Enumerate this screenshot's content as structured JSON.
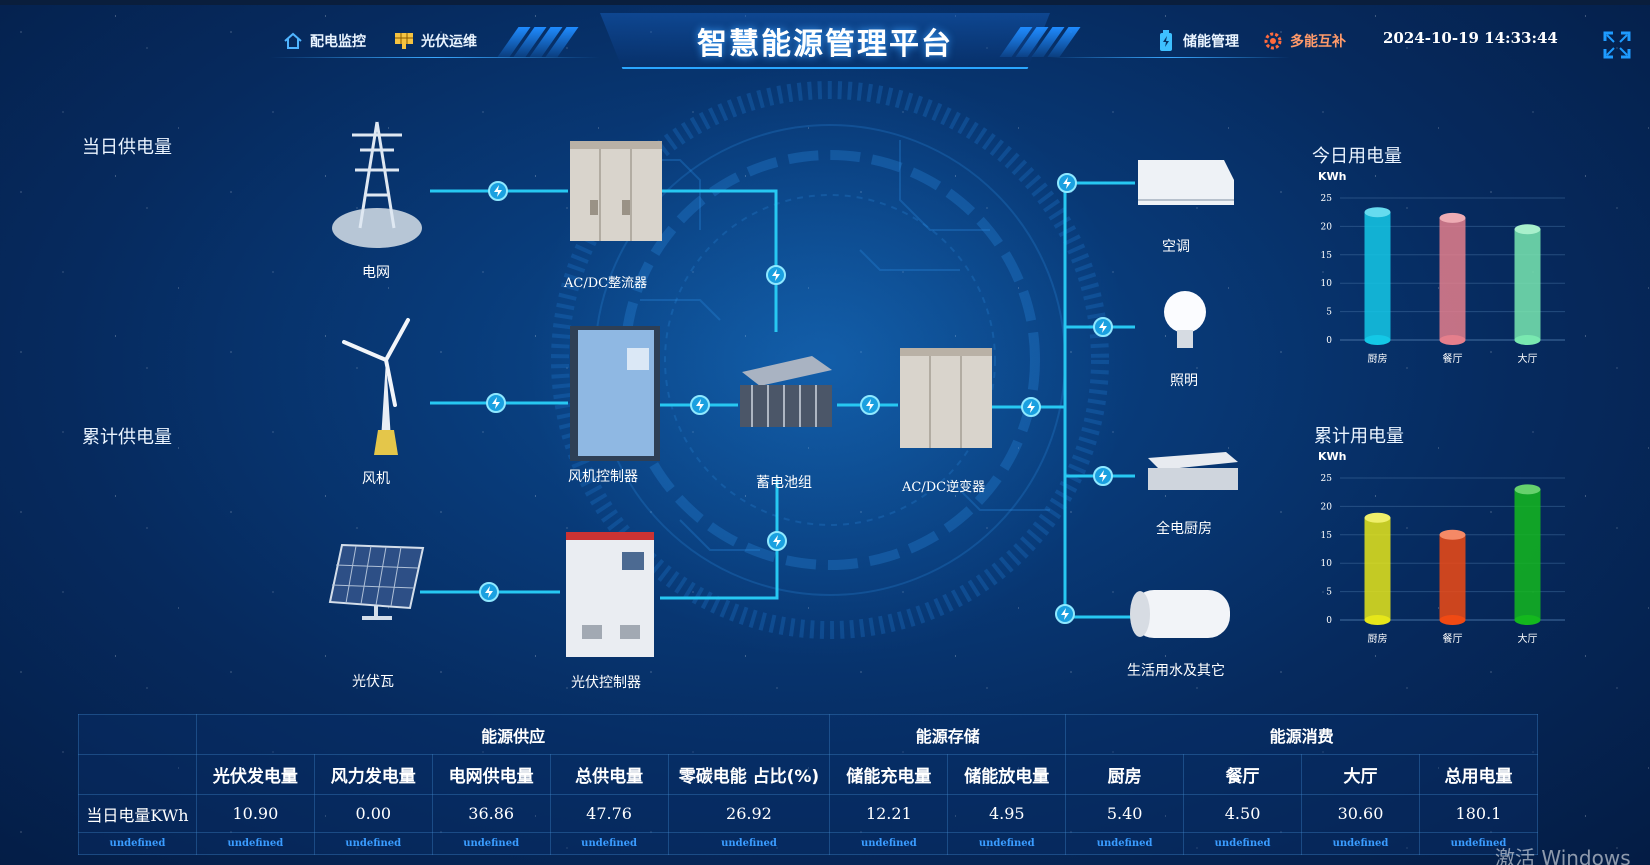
{
  "header": {
    "title": "智慧能源管理平台",
    "datetime": "2024-10-19 14:33:44",
    "nav_left": [
      {
        "label": "配电监控",
        "icon": "home-icon"
      },
      {
        "label": "光伏运维",
        "icon": "solar-panel-icon"
      }
    ],
    "nav_right": [
      {
        "label": "储能管理",
        "icon": "battery-icon"
      },
      {
        "label": "多能互补",
        "icon": "gear-icon"
      }
    ],
    "fullscreen_icon": "fullscreen-icon"
  },
  "side": {
    "daily_supply": "当日供电量",
    "total_supply": "累计供电量"
  },
  "diagram": {
    "nodes": {
      "grid": "电网",
      "rectifier": "AC/DC整流器",
      "wind": "风机",
      "wind_controller": "风机控制器",
      "battery": "蓄电池组",
      "inverter": "AC/DC逆变器",
      "pv": "光伏瓦",
      "pv_controller": "光伏控制器",
      "ac": "空调",
      "lighting": "照明",
      "kitchen": "全电厨房",
      "water": "生活用水及其它"
    },
    "line_color": "#27c8f2"
  },
  "charts": {
    "today_title": "今日用电量",
    "total_title": "累计用电量",
    "chart_data": [
      {
        "type": "bar",
        "title": "今日用电量",
        "ylabel": "KWh",
        "categories": [
          "厨房",
          "餐厅",
          "大厅"
        ],
        "values": [
          22.5,
          21.5,
          19.5
        ],
        "ylim": [
          0,
          25
        ],
        "yticks": [
          "0",
          "5",
          "10",
          "15",
          "20",
          "25"
        ],
        "colors": [
          "#14c8e6",
          "#e57f8c",
          "#79e8b0"
        ],
        "grid": true
      },
      {
        "type": "bar",
        "title": "累计用电量",
        "ylabel": "KWh",
        "categories": [
          "厨房",
          "餐厅",
          "大厅"
        ],
        "values": [
          18.0,
          15.0,
          23.0
        ],
        "ylim": [
          0,
          25
        ],
        "yticks": [
          "0",
          "5",
          "10",
          "15",
          "20",
          "25"
        ],
        "colors": [
          "#e6e61a",
          "#f04a14",
          "#14b81e"
        ],
        "grid": true
      }
    ]
  },
  "table": {
    "groups": [
      "能源供应",
      "能源存储",
      "能源消费"
    ],
    "headers": [
      "光伏发电量",
      "风力发电量",
      "电网供电量",
      "总供电量",
      "零碳电能 占比(%)",
      "储能充电量",
      "储能放电量",
      "厨房",
      "餐厅",
      "大厅",
      "总用电量"
    ],
    "row_label": "当日电量KWh",
    "values": [
      "10.90",
      "0.00",
      "36.86",
      "47.76",
      "26.92",
      "12.21",
      "4.95",
      "5.40",
      "4.50",
      "30.60",
      "180.1"
    ],
    "footer": [
      "undefined",
      "undefined",
      "undefined",
      "undefined",
      "undefined",
      "undefined",
      "undefined",
      "undefined",
      "undefined",
      "undefined",
      "undefined",
      "undefined"
    ]
  },
  "watermark": "激活 Windows"
}
